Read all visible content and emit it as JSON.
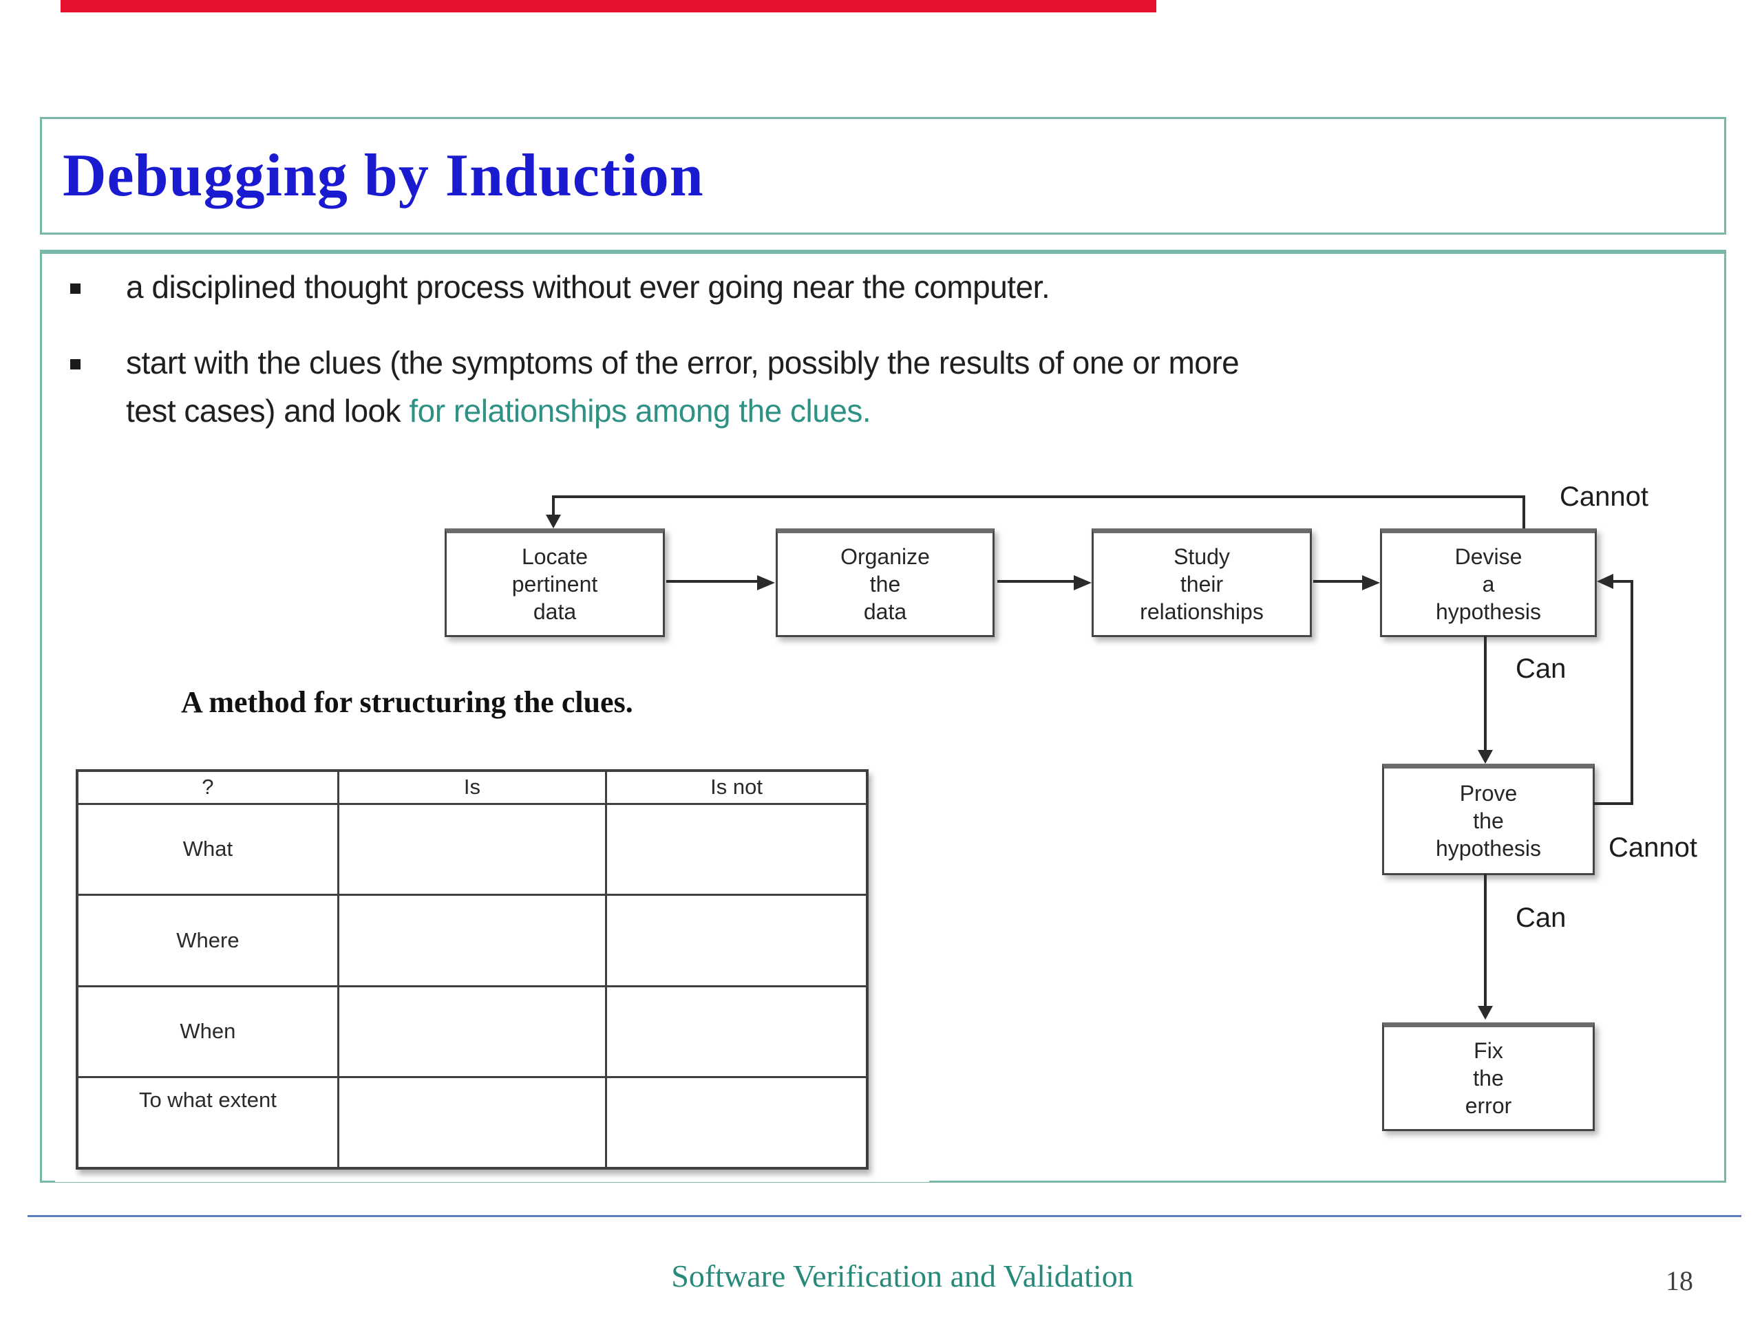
{
  "colors": {
    "progress_red": "#e8112d",
    "accent_teal_border": "#79b7a9",
    "title_blue": "#1a1ad0",
    "highlight_teal": "#2d9183",
    "footer_teal": "#27897a",
    "divider_blue": "#5b7cc0",
    "diagram_ink": "#2b2b2b"
  },
  "title": "Debugging by Induction",
  "bullets": {
    "b1": "a disciplined thought process without ever going near the computer.",
    "b2_line1": "start with the clues (the symptoms of the error, possibly the results of one or more",
    "b2_line2_plain": "test cases) and look ",
    "b2_line2_highlight": "for relationships among the clues."
  },
  "flowchart": {
    "boxes": [
      {
        "id": "locate",
        "lines": [
          "Locate",
          "pertinent",
          "data"
        ]
      },
      {
        "id": "organize",
        "lines": [
          "Organize",
          "the",
          "data"
        ]
      },
      {
        "id": "study",
        "lines": [
          "Study",
          "their",
          "relationships"
        ]
      },
      {
        "id": "devise",
        "lines": [
          "Devise",
          "a",
          "hypothesis"
        ]
      },
      {
        "id": "prove",
        "lines": [
          "Prove",
          "the",
          "hypothesis"
        ]
      },
      {
        "id": "fix",
        "lines": [
          "Fix",
          "the",
          "error"
        ]
      }
    ],
    "labels": {
      "cannot_top": "Cannot",
      "can_upper": "Can",
      "cannot_right": "Cannot",
      "can_lower": "Can"
    }
  },
  "caption": "A method for structuring the clues.",
  "clue_table": {
    "headers": [
      "?",
      "Is",
      "Is not"
    ],
    "row_labels": [
      "What",
      "Where",
      "When",
      "To what extent"
    ]
  },
  "footer": {
    "course": "Software Verification and Validation",
    "page": "18"
  }
}
